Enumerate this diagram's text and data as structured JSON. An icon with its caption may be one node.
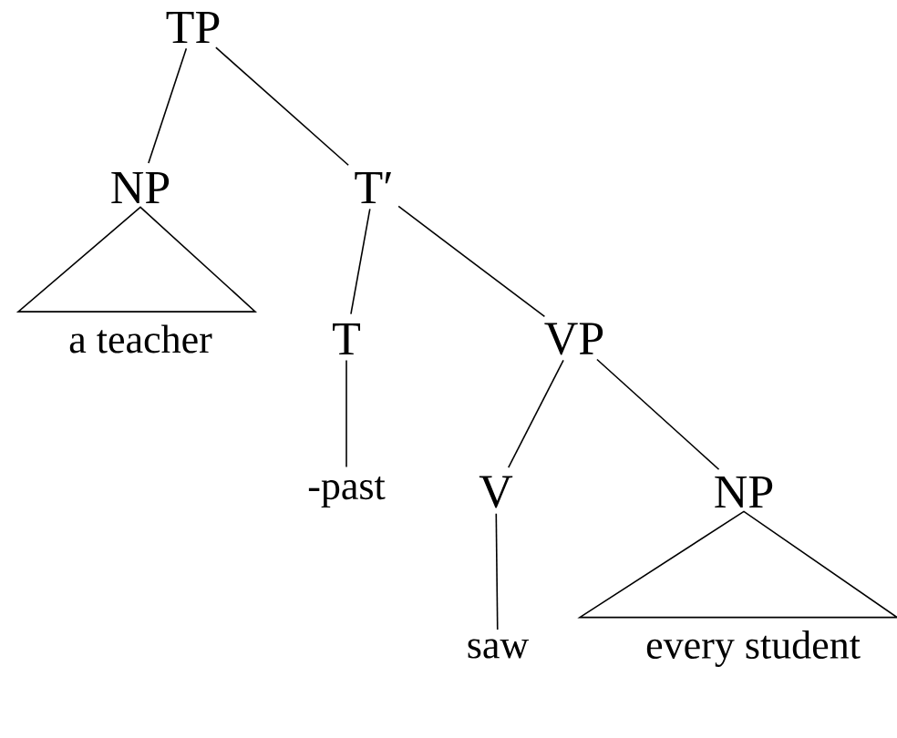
{
  "diagram": {
    "nodes": [
      {
        "text": [
          "TP"
        ]
      },
      {
        "text": [
          "NP"
        ]
      },
      {
        "text": [
          "T′"
        ]
      },
      {
        "text": [
          "a teacher"
        ]
      },
      {
        "text": [
          "T"
        ]
      },
      {
        "text": [
          "VP"
        ]
      },
      {
        "text": [
          "-past"
        ]
      },
      {
        "text": [
          "V"
        ]
      },
      {
        "text": [
          "NP"
        ]
      },
      {
        "text": [
          "saw"
        ]
      },
      {
        "text": [
          "every student"
        ]
      }
    ],
    "edges": [
      {
        "from": 0,
        "to": 1,
        "arrow": "none"
      },
      {
        "from": 0,
        "to": 2,
        "arrow": "none"
      },
      {
        "from": 1,
        "to": 3,
        "arrow": "none"
      },
      {
        "from": 2,
        "to": 4,
        "arrow": "none"
      },
      {
        "from": 2,
        "to": 5,
        "arrow": "none"
      },
      {
        "from": 4,
        "to": 6,
        "arrow": "none"
      },
      {
        "from": 5,
        "to": 7,
        "arrow": "none"
      },
      {
        "from": 5,
        "to": 8,
        "arrow": "none"
      },
      {
        "from": 7,
        "to": 9,
        "arrow": "none"
      },
      {
        "from": 8,
        "to": 10,
        "arrow": "none"
      }
    ]
  }
}
